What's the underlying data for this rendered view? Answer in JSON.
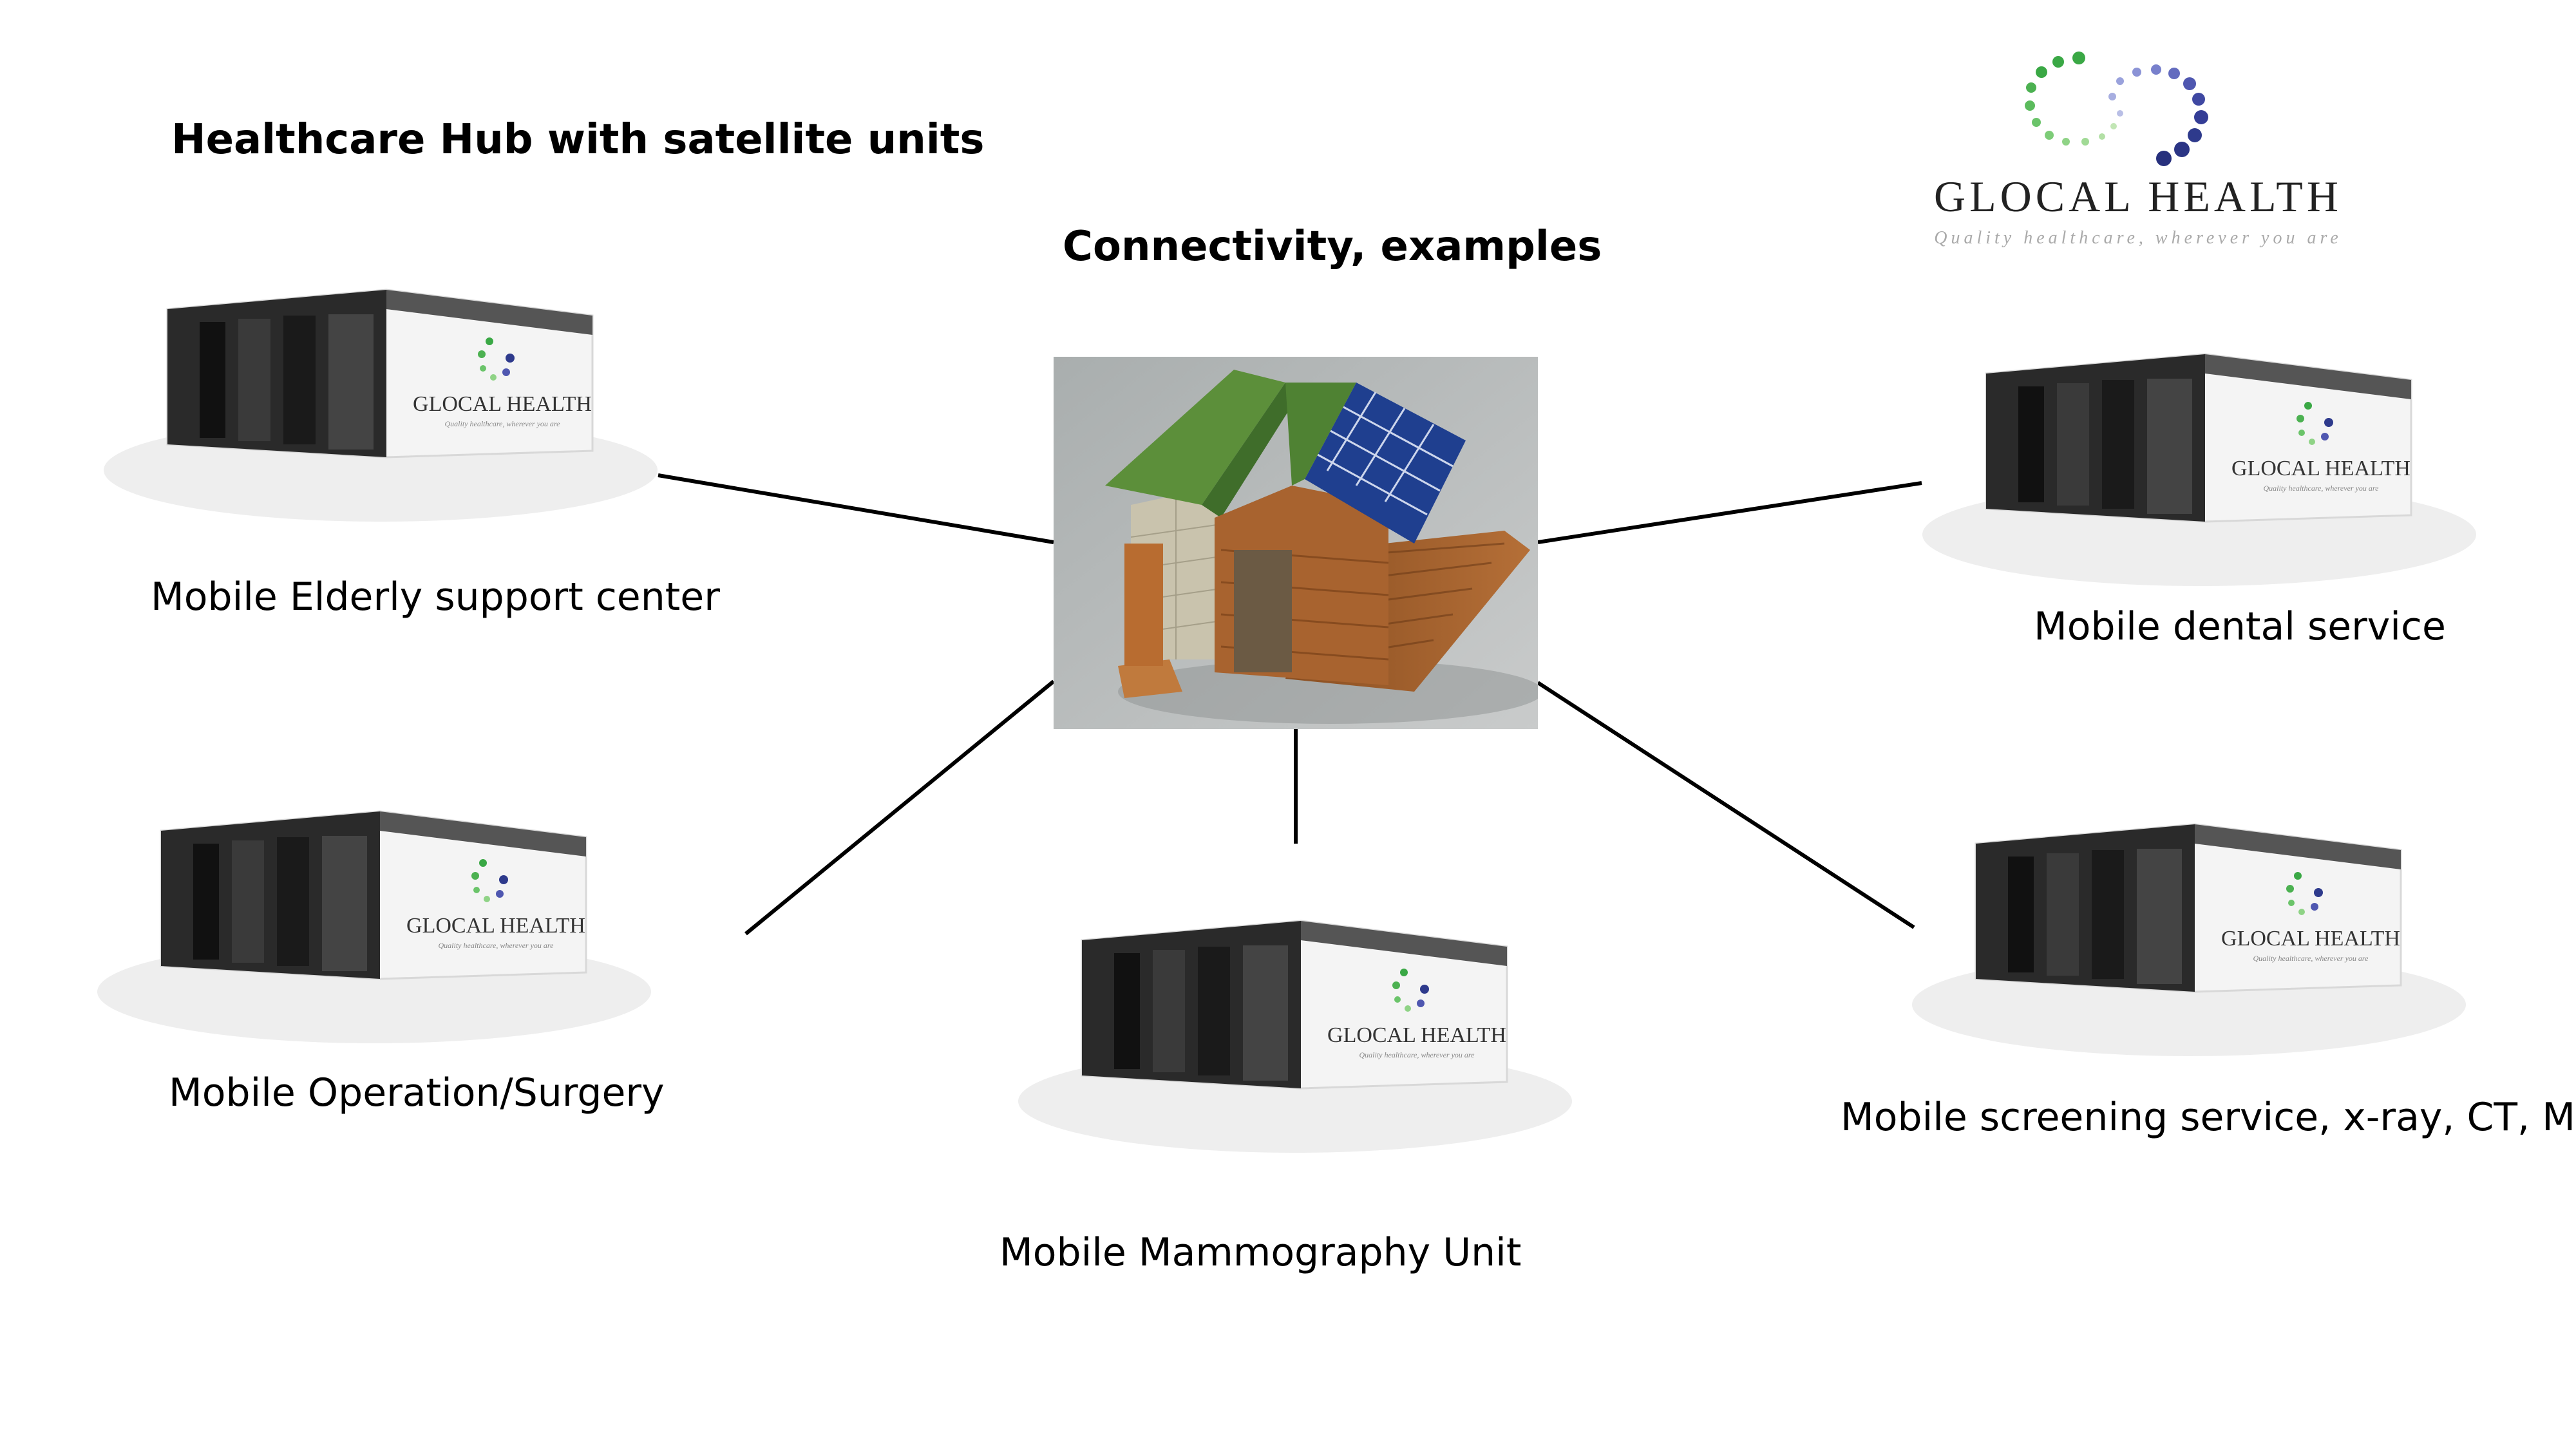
{
  "slide": {
    "title": "Healthcare Hub with satellite units",
    "subtitle": "Connectivity, examples"
  },
  "logo": {
    "name": "GLOCAL HEALTH",
    "tagline": "Quality healthcare, wherever you are",
    "green": "#3aa845",
    "blue": "#2e3a8c"
  },
  "hub": {
    "picture": "eco-house-with-green-roof-and-solar-panels"
  },
  "units": [
    {
      "label": "Mobile Elderly support center",
      "brand": "GLOCAL HEALTH",
      "tagline": "Quality healthcare, wherever you are"
    },
    {
      "label": "Mobile Operation/Surgery",
      "brand": "GLOCAL HEALTH",
      "tagline": "Quality healthcare, wherever you are"
    },
    {
      "label": "Mobile Mammography Unit",
      "brand": "GLOCAL HEALTH",
      "tagline": "Quality healthcare, wherever you are"
    },
    {
      "label": "Mobile dental service",
      "brand": "GLOCAL HEALTH",
      "tagline": "Quality healthcare, wherever you are"
    },
    {
      "label": "Mobile screening service, x-ray, CT, MRI",
      "brand": "GLOCAL HEALTH",
      "tagline": "Quality healthcare, wherever you are"
    }
  ]
}
